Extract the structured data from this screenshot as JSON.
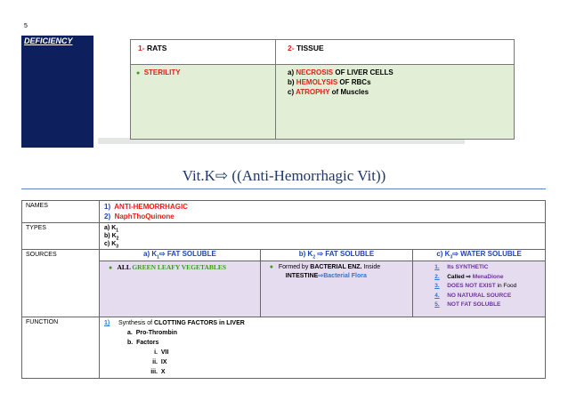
{
  "page_marker": "5",
  "deficiency": {
    "label": "DEFICIENCY",
    "col1_num": "1-",
    "col1_head": "RATS",
    "col2_num": "2-",
    "col2_head": "TISSUE",
    "col1_items": [
      "STERILITY"
    ],
    "col2_items": [
      {
        "prefix": "a)",
        "red": "NECROSIS",
        "rest": "OF LIVER CELLS"
      },
      {
        "prefix": "b)",
        "red": "HEMOLYSIS",
        "rest": "OF RBCs"
      },
      {
        "prefix": "c)",
        "red": "ATROPHY",
        "rest": "of Muscles"
      }
    ]
  },
  "title": "Vit.K⇨ ((Anti-Hemorrhagic Vit))",
  "names": {
    "label": "NAMES",
    "items": [
      {
        "num": "1)",
        "text": "ANTI-HEMORRHAGIC"
      },
      {
        "num": "2)",
        "text": "NaphThoQuinone"
      }
    ]
  },
  "types": {
    "label": "TYPES",
    "items": [
      {
        "prefix": "a)",
        "text": "K",
        "sub": "1"
      },
      {
        "prefix": "b)",
        "text": "K",
        "sub": "2"
      },
      {
        "prefix": "c)",
        "text": "K",
        "sub": "3"
      }
    ]
  },
  "sources": {
    "label": "SOURCES",
    "headers": [
      {
        "prefix": "a) K",
        "sub": "1",
        "rest": "⇨ FAT SOLUBLE"
      },
      {
        "prefix": "b) K",
        "sub": "2",
        "rest": " ⇨ FAT SOLUBLE"
      },
      {
        "prefix": "c) K",
        "sub": "3",
        "rest": "⇨ WATER SOLUBLE"
      }
    ],
    "col1": {
      "a": "ALL",
      "b": "GREEN LEAFY VEGETABLES"
    },
    "col2": {
      "a": "Formed by",
      "b": "BACTERIAL ENZ.",
      "c": "Inside",
      "d": "INTESTINE",
      "e": "⇨Bacterial Flora"
    },
    "col3": [
      {
        "num": "1.",
        "text": "Its SYNTHETIC"
      },
      {
        "num": "2.",
        "text": "Called ⇨ ",
        "highlight": "MenaDione"
      },
      {
        "num": "3.",
        "text": "DOES NOT EXIST",
        "rest": " in Food"
      },
      {
        "num": "4.",
        "text": "NO NATURAL SOURCE"
      },
      {
        "num": "5.",
        "text": "NOT FAT SOLUBLE"
      }
    ]
  },
  "function": {
    "label": "FUNCTION",
    "num": "1)",
    "text_a": "Synthesis of",
    "text_b": "CLOTTING FACTORS in LIVER",
    "items": [
      {
        "prefix": "a.",
        "text": "Pro-Thrombin"
      },
      {
        "prefix": "b.",
        "text": "Factors"
      }
    ],
    "factors": [
      {
        "prefix": "i.",
        "text": "VII"
      },
      {
        "prefix": "ii.",
        "text": "IX"
      },
      {
        "prefix": "iii.",
        "text": "X"
      }
    ]
  }
}
